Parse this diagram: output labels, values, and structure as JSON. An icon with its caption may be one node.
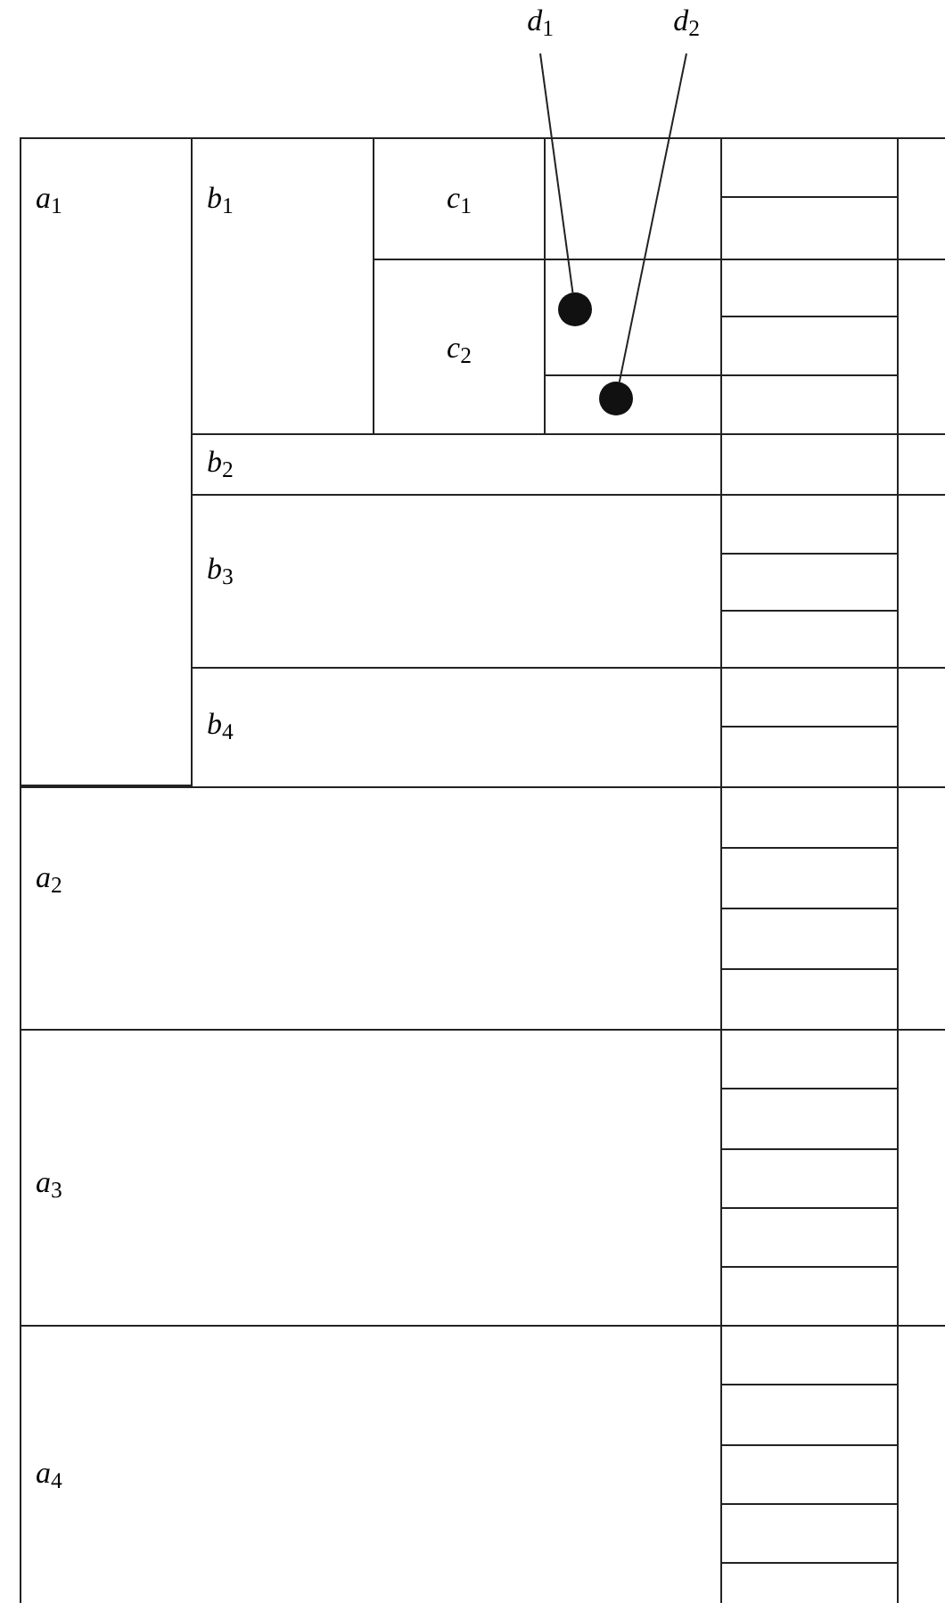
{
  "diagram": {
    "nodes": [
      {
        "text": [
          "*d*$_{1}$"
        ]
      },
      {
        "text": [
          "*d*$_{2}$"
        ]
      },
      {
        "text": [
          "*a*$_{1}$"
        ]
      },
      {
        "text": [
          "*b*$_{1}$"
        ]
      },
      {
        "text": [
          "*c*$_{1}$"
        ]
      },
      {
        "text": [
          "*c*$_{2}$"
        ]
      },
      {
        "text": [],
        "shape": "circle"
      },
      {
        "text": [],
        "shape": "circle"
      },
      {
        "text": [
          "*b*$_{2}$"
        ]
      },
      {
        "text": [
          "*b*$_{3}$"
        ]
      },
      {
        "text": [
          "*b*$_{4}$"
        ]
      },
      {
        "text": [
          "*a*$_{2}$"
        ]
      },
      {
        "text": [
          "*a*$_{3}$"
        ]
      },
      {
        "text": [
          "*a*$_{4}$"
        ]
      }
    ],
    "edges": [
      {
        "from": 0,
        "to": 6,
        "arrow": "none"
      },
      {
        "from": 1,
        "to": 7,
        "arrow": "none"
      }
    ]
  }
}
